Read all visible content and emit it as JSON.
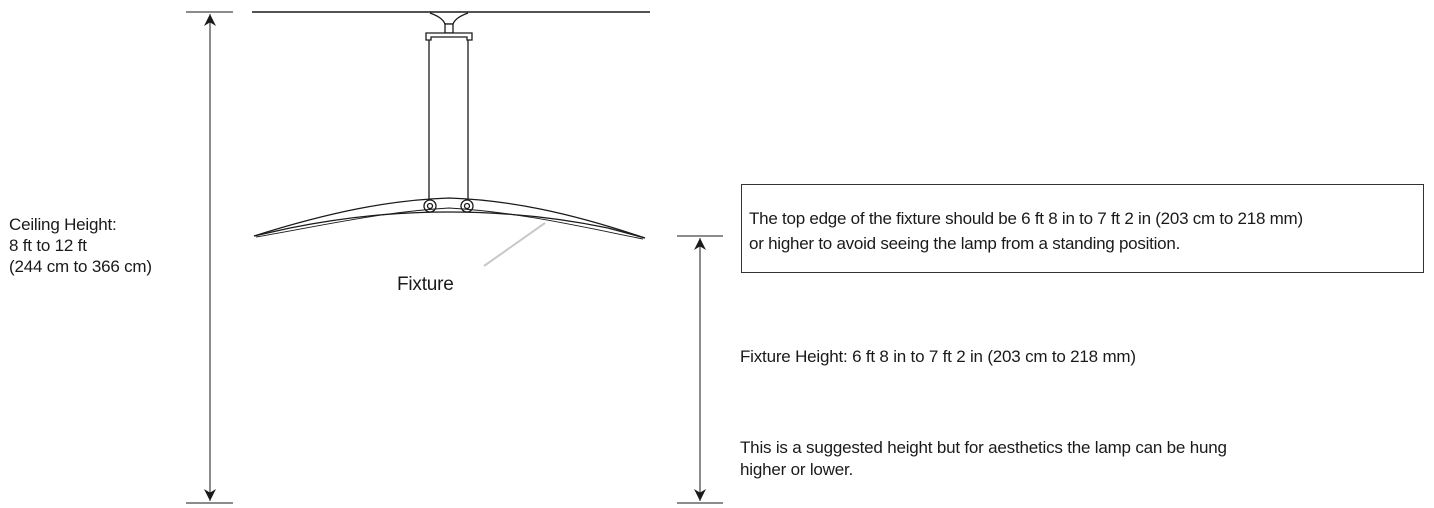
{
  "labels": {
    "ceiling": {
      "line1": "Ceiling Height:",
      "line2": "8 ft to 12 ft",
      "line3": "(244 cm to 366 cm)"
    },
    "fixture": "Fixture",
    "note": {
      "line1": "The top edge of the fixture should be 6 ft 8 in to 7 ft 2 in (203 cm to 218 mm)",
      "line2": "or higher to avoid seeing the lamp from a standing position."
    },
    "fixture_height": "Fixture Height: 6 ft 8 in to 7 ft 2 in (203 cm to 218 mm)",
    "suggestion": {
      "line1": "This is a suggested height but for aesthetics the lamp can be hung",
      "line2": "higher or lower."
    }
  },
  "colors": {
    "line": "#1a1a1a",
    "leader": "#c8c8c8"
  }
}
